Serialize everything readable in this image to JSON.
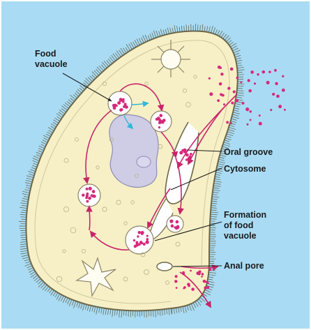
{
  "diagram": {
    "labels": {
      "food_vacuole": [
        "Food",
        "vacuole"
      ],
      "oral_groove": "Oral groove",
      "cytosome": "Cytosome",
      "formation": [
        "Formation",
        "of food",
        "vacuole"
      ],
      "anal_pore": "Anal pore"
    },
    "colors": {
      "background": "#a9dcf4",
      "cell_fill": "#f7f0c6",
      "cell_outline": "#6b6649",
      "nucleus": "#cfcde6",
      "food_particles": "#d6287c",
      "flow_arrows": "#c8246a",
      "cyan_arrows": "#33b7d6"
    }
  }
}
